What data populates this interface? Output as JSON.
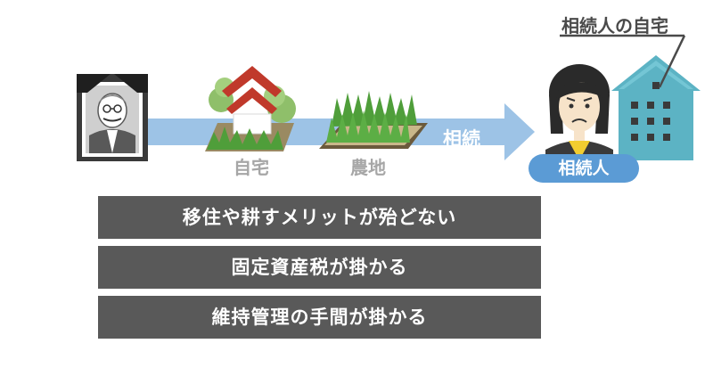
{
  "labels": {
    "house": "自宅",
    "farmland": "農地",
    "arrow": "相続",
    "heir": "相続人",
    "heir_home": "相続人の自宅"
  },
  "boxes": [
    "移住や耕すメリットが殆どない",
    "固定資産税が掛かる",
    "維持管理の手間が掛かる"
  ],
  "colors": {
    "arrow": "#9dc3e6",
    "box": "#595959",
    "badge": "#5b9bd5",
    "building": "#5cb3c4",
    "label_gray": "#a6a6a6"
  }
}
